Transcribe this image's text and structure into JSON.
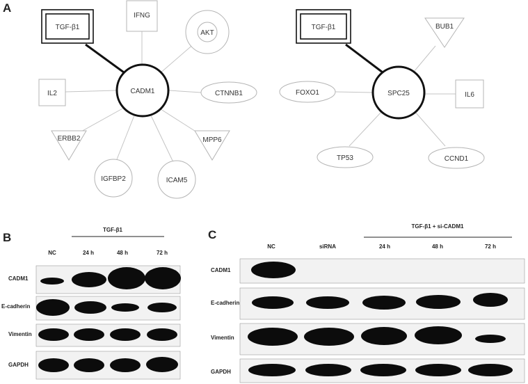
{
  "panels": {
    "a": {
      "letter": "A",
      "network1": {
        "hub": "CADM1",
        "nodes": {
          "tgfb1": "TGF-β1",
          "ifng": "IFNG",
          "akt": "AKT",
          "il2": "IL2",
          "ctnnb1": "CTNNB1",
          "erbb2": "ERBB2",
          "mpp6": "MPP6",
          "igfbp2": "IGFBP2",
          "icam5": "ICAM5"
        }
      },
      "network2": {
        "hub": "SPC25",
        "nodes": {
          "tgfb1": "TGF-β1",
          "bub1": "BUB1",
          "foxo1": "FOXO1",
          "il6": "IL6",
          "tp53": "TP53",
          "ccnd1": "CCND1"
        }
      }
    },
    "b": {
      "letter": "B",
      "treatment": "TGF-β1",
      "lanes": [
        "NC",
        "24 h",
        "48 h",
        "72 h"
      ],
      "rows": [
        "CADM1",
        "E-cadherin",
        "Vimentin",
        "GAPDH"
      ]
    },
    "c": {
      "letter": "C",
      "treatment": "TGF-β1 + si-CADM1",
      "lanes": [
        "NC",
        "siRNA",
        "24 h",
        "48 h",
        "72 h"
      ],
      "rows": [
        "CADM1",
        "E-cadherin",
        "Vimentin",
        "GAPDH"
      ]
    }
  }
}
